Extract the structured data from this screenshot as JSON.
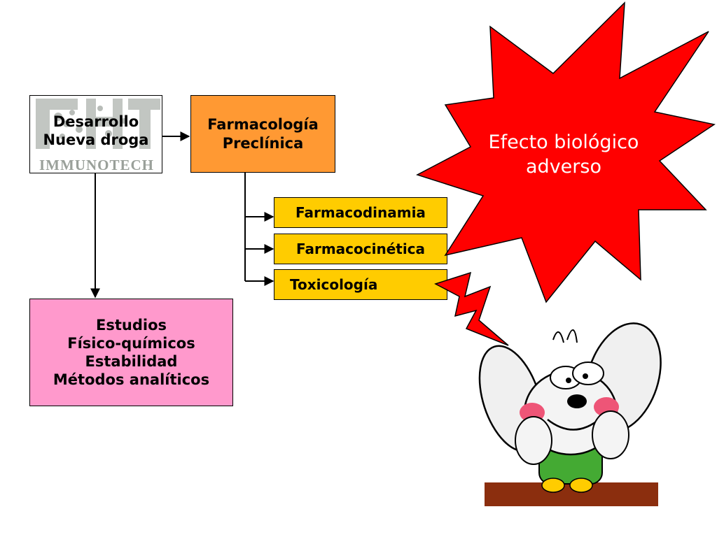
{
  "colors": {
    "orange": "#FF9933",
    "yellow": "#FFCC00",
    "pink": "#FF99CC",
    "red": "#FF0000",
    "logo_gray": "#9aa09a"
  },
  "logo": {
    "text": "IMMUNOTECH"
  },
  "nodes": {
    "desarrollo": {
      "line1": "Desarrollo",
      "line2": "Nueva droga"
    },
    "preclinica": {
      "line1": "Farmacología",
      "line2": "Preclínica"
    },
    "farmacodinamia": {
      "label": "Farmacodinamia"
    },
    "farmacocinetica": {
      "label": "Farmacocinética"
    },
    "toxicologia": {
      "label": "Toxicología"
    },
    "estudios": {
      "line1": "Estudios",
      "line2": "Físico-químicos",
      "line3": "Estabilidad",
      "line4": "Métodos analíticos"
    }
  },
  "callout": {
    "line1": "Efecto biológico",
    "line2": "adverso"
  },
  "icons": {
    "burst": "explosion-burst-icon",
    "lightning": "lightning-bolt-icon",
    "mascot": "cartoon-mouse-icon"
  }
}
